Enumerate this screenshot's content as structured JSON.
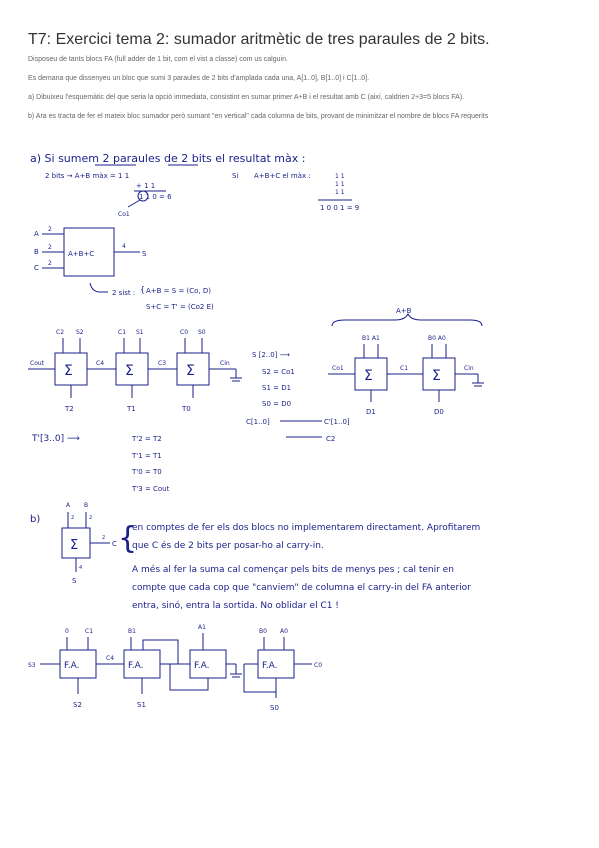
{
  "header": {
    "title": "T7: Exercici tema 2: sumador aritmètic de tres paraules de 2 bits."
  },
  "statement": {
    "p1": "Disposeu de tants blocs FA (full adder de 1 bit, com el vist a classe) com us calguin.",
    "p2": "Es demana que dissenyeu un bloc que sumi 3 paraules de 2 bits d'amplada cada una, A[1..0], B[1..0] i C[1..0].",
    "p3": "a) Dibuixeu l'esquemàtic del que seria la opció immediata, consistint en sumar primer A+B i el resultat amb C (així, caldrien 2+3=5 blocs FA).",
    "p4": "b) Ara es tracta de fer el mateix bloc sumador però sumant \"en vertical\" cada columna de bits, provant de minimitzar el nombre de blocs FA requerits"
  },
  "notes_a": {
    "heading": "a) Si sumem 2 paraules de 2 bits el resultat màx :",
    "ab_left": "2 bits → A+B màx = 1 1",
    "ab_row2": "+ 1 1",
    "ab_sum": "1 1 0 = 6",
    "cout_label": "Co1",
    "abc_label": "A+B+C el màx :",
    "abc_rows": [
      "1 1",
      "1 1",
      "1 1"
    ],
    "abc_sum": "1 0 0 1 = 9",
    "si": "Si",
    "block_label": "A+B+C",
    "in_a": "A",
    "in_b": "B",
    "in_c": "C",
    "out": "S",
    "bus2": "2",
    "bus4": "4",
    "sist_label": "2 sist :",
    "sist_eq1": "A+B = S = (Co, D)",
    "sist_eq2": "S+C = T' = (Co2 E)",
    "sigma": "Σ",
    "c4": "C4",
    "c3": "C3",
    "cin": "Cin",
    "cout": "Cout",
    "c1": "C1",
    "co1": "Co1",
    "t2": "T2",
    "t1": "T1",
    "t0": "T0",
    "d1": "D1",
    "d0": "D0",
    "b1a1": "B1 A1",
    "b0a0": "B0 A0",
    "c2p": "C2",
    "s2": "S2",
    "c1p": "C1",
    "s1": "S1",
    "c0p": "C0",
    "s0": "S0",
    "apb": "A+B",
    "s_map": [
      "S [2..0] ⟶",
      "S2 = Co1",
      "S1 = D1",
      "S0 = D0"
    ],
    "c_map_left": "C[1..0]",
    "c_map_right": "C'[1..0]",
    "c_map_c2": "C2",
    "t_map": [
      "T'[3..0] ⟶",
      "T'2 = T2",
      "T'1 = T1",
      "T'0 = T0",
      "T'3 = Cout"
    ]
  },
  "notes_b": {
    "label": "b)",
    "in_a": "A",
    "in_b": "B",
    "in_c": "C",
    "sigma": "Σ",
    "out": "S",
    "bus2": "2",
    "bus4": "4",
    "text1": "en comptes de fer els dos blocs no implementarem directament. Aprofitarem",
    "text2": "que C és de 2 bits per posar-ho al carry-in.",
    "text3": "A més al fer la suma cal començar pels bits de menys pes ; cal tenir en",
    "text4": "compte que cada cop que \"canviem\" de columna el carry-in del FA anterior",
    "text5": "entra, sinó, entra la sortida. No oblidar el C1 !",
    "fa": "F.A.",
    "in_0": "0",
    "in_c1": "C1",
    "in_b1": "B1",
    "in_a1": "A1",
    "in_b0": "B0",
    "in_a0": "A0",
    "in_c0": "C0",
    "c4": "C4",
    "s3": "S3",
    "s2": "S2",
    "s1": "S1",
    "s0": "S0"
  }
}
